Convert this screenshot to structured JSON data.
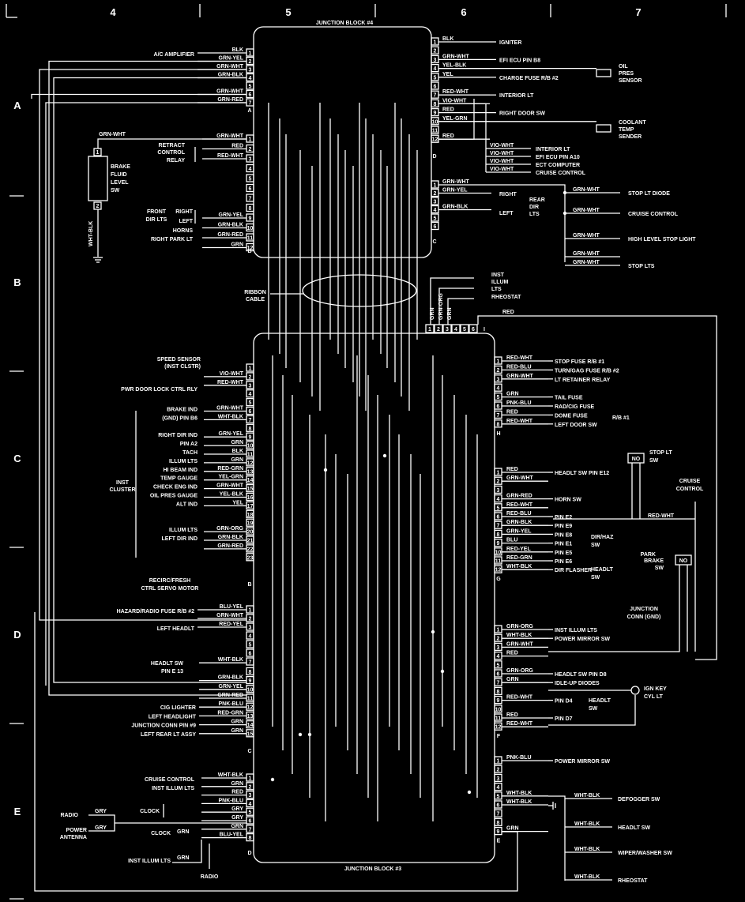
{
  "frame": {
    "columns": [
      "4",
      "5",
      "6",
      "7"
    ],
    "rows": [
      "A",
      "B",
      "C",
      "D",
      "E"
    ]
  },
  "jb4": {
    "title": "JUNCTION BLOCK #4",
    "connA": [
      "A/C AMPLIFIER",
      "",
      "",
      "",
      "",
      "",
      ""
    ],
    "connA_wires": [
      "BLK",
      "GRN-YEL",
      "GRN-WHT",
      "GRN-BLK",
      "",
      "GRN-WHT",
      "GRN-RED"
    ],
    "connB_wires": [
      "GRN-WHT",
      "RED",
      "RED-WHT",
      "",
      "",
      "",
      "",
      "",
      "GRN-YEL",
      "GRN-BLK",
      "GRN-RED",
      "GRN"
    ],
    "connB_labels": [
      "",
      "RETRACT CONTROL RELAY",
      "",
      "",
      "",
      "",
      "",
      "",
      "RIGHT",
      "LEFT",
      "HORNS",
      "RIGHT PARK LT"
    ],
    "front_dir": "FRONT DIR LTS",
    "connD_wires": [
      "BLK",
      "",
      "GRN-WHT",
      "YEL-BLK",
      "YEL",
      "",
      "RED-WHT",
      "VIO-WHT",
      "RED",
      "YEL-GRN",
      "",
      "RED"
    ],
    "connD_labels": [
      "IGNITER",
      "",
      "EFI ECU PIN B8",
      "",
      "CHARGE FUSE R/B #2",
      "",
      "INTERIOR LT",
      "",
      "RIGHT DOOR SW",
      "",
      "",
      ""
    ],
    "connC_wires": [
      "GRN-WHT",
      "GRN-YEL",
      "",
      "GRN-BLK",
      "",
      ""
    ],
    "connC_labels": [
      "",
      "RIGHT",
      "",
      "LEFT",
      "",
      ""
    ],
    "rear_dir": "REAR DIR LTS",
    "vio_list": [
      {
        "wire": "VIO-WHT",
        "label": "INTERIOR LT"
      },
      {
        "wire": "VIO-WHT",
        "label": "EFI ECU PIN A10"
      },
      {
        "wire": "VIO-WHT",
        "label": "ECT COMPUTER"
      },
      {
        "wire": "VIO-WHT",
        "label": "CRUISE CONTROL"
      }
    ],
    "oil_sensor": "OIL PRES SENSOR",
    "coolant_sender": "COOLANT TEMP SENDER",
    "stop_list": [
      {
        "wire": "GRN-WHT",
        "label": "STOP LT DIODE"
      },
      {
        "wire": "GRN-WHT",
        "label": "CRUISE CONTROL"
      },
      {
        "wire": "GRN-WHT",
        "label": "HIGH LEVEL STOP LIGHT"
      },
      {
        "wire": "GRN-WHT",
        "label": ""
      },
      {
        "wire": "GRN-WHT",
        "label": "STOP LTS"
      }
    ]
  },
  "brake_fluid": {
    "label": "BRAKE FLUID LEVEL SW",
    "top_wire": "GRN-WHT",
    "bottom_wire": "WHT-BLK"
  },
  "ribbon": {
    "label": "RIBBON CABLE",
    "top_wires": [
      "GRN",
      "GRN-ORG",
      "GRN"
    ],
    "top_labels": [
      "INST ILLUM LTS",
      "RHEOSTAT"
    ],
    "red_wire": "RED"
  },
  "jb3": {
    "title": "JUNCTION BLOCK #3",
    "connB_labels": [
      "",
      "SPEED SENSOR (INST CLSTR)",
      "PWR DOOR LOCK CTRL RLY",
      "",
      "",
      "BRAKE IND",
      "(GND) PIN B6",
      "",
      "RIGHT DIR IND",
      "PIN A2",
      "TACH",
      "ILLUM LTS",
      "HI BEAM IND",
      "TEMP GAUGE",
      "CHECK ENG IND",
      "OIL PRES GAUGE",
      "ALT IND",
      "",
      "",
      "ILLUM LTS",
      "LEFT DIR IND",
      "RECIRC/FRESH CTRL SERVO MOTOR",
      ""
    ],
    "connB_wires": [
      "",
      "VIO-WHT",
      "RED-WHT",
      "",
      "",
      "GRN-WHT",
      "WHT-BLK",
      "",
      "GRN-YEL",
      "GRN",
      "BLK",
      "GRN",
      "RED-GRN",
      "YEL-GRN",
      "GRN-WHT",
      "YEL-BLK",
      "YEL",
      "",
      "",
      "GRN-ORG",
      "GRN-BLK",
      "GRN-RED",
      ""
    ],
    "inst_cluster": "INST CLUSTER",
    "connB_extra": [
      "HAZARD/RADIO FUSE R/B #2",
      "",
      "LEFT HEADLT"
    ],
    "connB_extra_wires": [
      "BLU-YEL",
      "GRN-WHT",
      "RED-YEL"
    ],
    "connC_labels": [
      "",
      "",
      "",
      "",
      "",
      "HEADLT SW PIN E 13",
      "",
      "",
      "",
      "",
      "",
      "CIG LIGHTER",
      "LEFT HEADLIGHT",
      "JUNCTION CONN PIN #9",
      "LEFT REAR LT ASSY"
    ],
    "connC_wires": [
      "",
      "",
      "",
      "",
      "",
      "",
      "WHT-BLK",
      "",
      "GRN-BLK",
      "GRN-YEL",
      "GRN-RED",
      "PNK-BLU",
      "RED-GRN",
      "GRN",
      "GRN"
    ],
    "connD_labels": [
      "CRUISE CONTROL",
      "INST ILLUM LTS",
      "",
      "",
      "",
      "",
      "",
      ""
    ],
    "connD_wires": [
      "WHT-BLK",
      "GRN",
      "RED",
      "PNK-BLU",
      "GRY",
      "GRY",
      "GRN",
      "BLU-YEL"
    ],
    "radio": "RADIO",
    "power_antenna": "POWER ANTENNA",
    "clock": "CLOCK",
    "inst_illum": "INST ILLUM LTS",
    "radio_bottom": "RADIO",
    "gry": "GRY",
    "grn": "GRN",
    "connH_labels": [
      "STOP FUSE R/B #1",
      "TURN/GAG FUSE R/B #2",
      "LT RETAINER RELAY",
      "",
      "TAIL FUSE",
      "RAD/CIG FUSE",
      "DOME FUSE",
      "LEFT DOOR SW"
    ],
    "connH_wires": [
      "RED-WHT",
      "RED-BLU",
      "GRN-WHT",
      "",
      "GRN",
      "PNK-BLU",
      "RED",
      "RED-WHT"
    ],
    "rb1": "R/B #1",
    "connG_labels": [
      "HEADLT SW PIN E12",
      "",
      "",
      "HORN SW",
      "",
      "PIN E2",
      "PIN E9",
      "PIN E8",
      "PIN E1",
      "PIN E5",
      "PIN E6",
      "DIR FLASHER"
    ],
    "connG_wires": [
      "RED",
      "GRN-WHT",
      "",
      "GRN-RED",
      "RED-WHT",
      "RED-BLU",
      "GRN-BLK",
      "GRN-YEL",
      "BLU",
      "RED-YEL",
      "RED-GRN",
      "WHT-BLK"
    ],
    "dir_haz_sw": "DIR/HAZ SW",
    "headlt_sw": "HEADLT SW",
    "connF_labels": [
      "INST ILLUM LTS",
      "POWER MIRROR SW",
      "",
      "",
      "",
      "HEADLT SW PIN D8",
      "IDLE-UP DIODES",
      "",
      "PIN D4",
      "",
      "PIN D7",
      ""
    ],
    "connF_wires": [
      "GRN-ORG",
      "WHT-BLK",
      "GRN-WHT",
      "RED",
      "",
      "GRN-ORG",
      "GRN",
      "",
      "RED-WHT",
      "",
      "RED",
      "RED-WHT"
    ],
    "connE_labels": [
      "POWER MIRROR SW",
      "",
      "",
      "",
      "",
      "",
      "",
      "",
      ""
    ],
    "connE_wires": [
      "PNK-BLU",
      "",
      "",
      "",
      "WHT-BLK",
      "WHT-BLK",
      "",
      "",
      "GRN"
    ],
    "right_labels": [
      "DEFOGGER SW",
      "HEADLT SW",
      "WIPER/WASHER SW",
      "RHEOSTAT"
    ],
    "right_wires": [
      "WHT-BLK",
      "WHT-BLK",
      "WHT-BLK",
      "WHT-BLK"
    ],
    "stop_lt_sw": "STOP LT SW",
    "no": "NO",
    "cruise_control": "CRUISE CONTROL",
    "park_brake_sw": "PARK BRAKE SW",
    "junction_conn": "JUNCTION CONN (GND)",
    "ign_key": "IGN KEY CYL LT",
    "red_wht": "RED-WHT",
    "grn_wht": "GRN-WHT",
    "wht_blk": "WHT-BLK"
  },
  "pin_letters": {
    "jb4": [
      "A",
      "B",
      "D",
      "C"
    ],
    "jb3": [
      "B",
      "C",
      "D",
      "H",
      "G",
      "F",
      "E"
    ]
  }
}
